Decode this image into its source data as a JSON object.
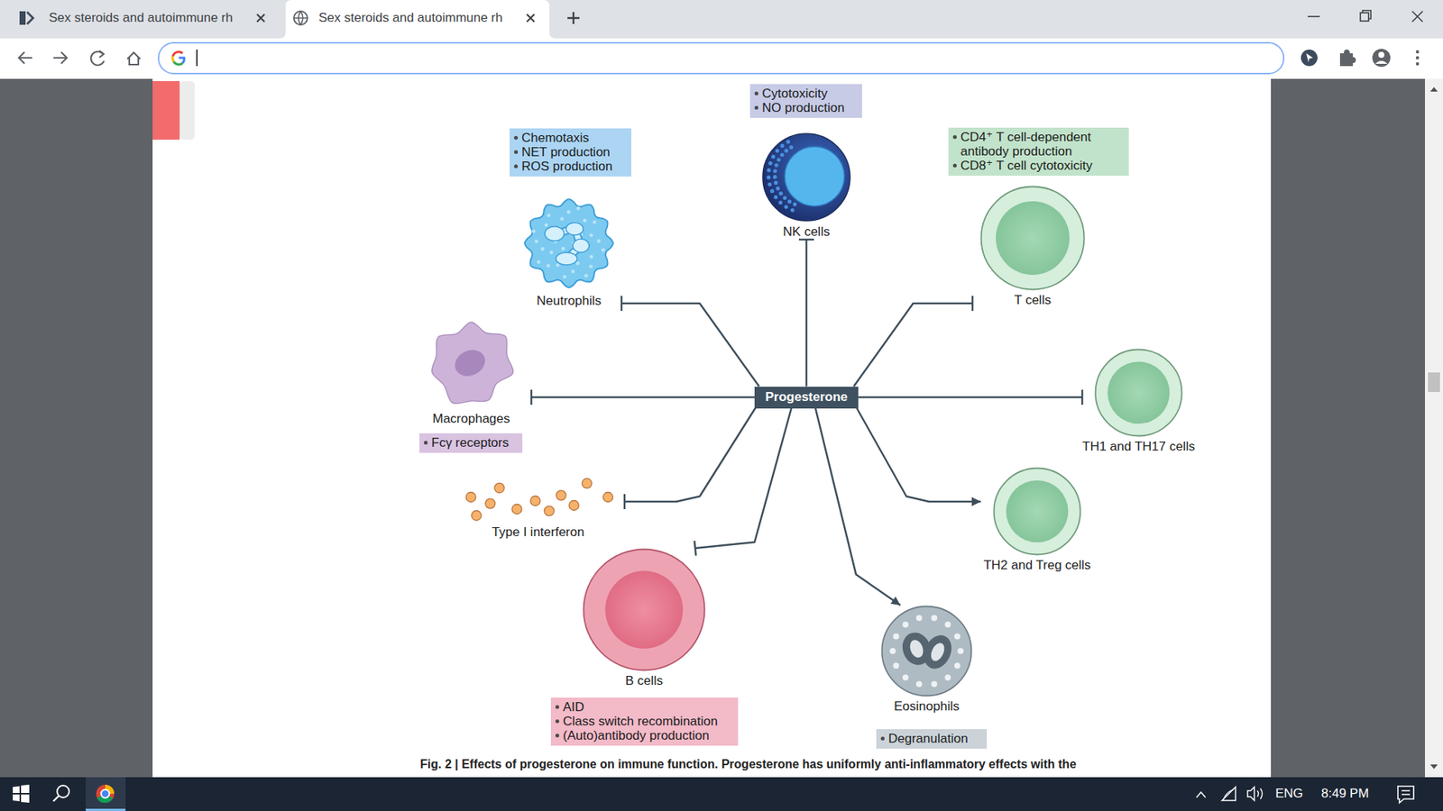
{
  "diagram": {
    "caption": "Fig. 2 | Effects of progesterone on immune function. Progesterone has uniformly anti-inflammatory effects with the",
    "nodes": [
      {
        "text": [
          "Cytotoxicity",
          "NO production"
        ]
      },
      {
        "text": [
          "NK cells"
        ]
      },
      {
        "text": [
          "Chemotaxis",
          "NET production",
          "ROS production"
        ]
      },
      {
        "text": [
          "CD4⁺ T cell-dependent antibody production",
          "CD8⁺ T cell cytotoxicity"
        ]
      },
      {
        "text": [
          "Neutrophils"
        ]
      },
      {
        "text": [
          "T cells"
        ]
      },
      {
        "text": [
          "Macrophages"
        ]
      },
      {
        "text": [
          "Progesterone"
        ]
      },
      {
        "text": [
          "TH1 and TH17 cells"
        ]
      },
      {
        "text": [
          "Fcγ receptors"
        ]
      },
      {
        "text": [
          "Type I interferon"
        ]
      },
      {
        "text": [
          "TH2 and Treg cells"
        ]
      },
      {
        "text": [
          "B cells"
        ]
      },
      {
        "text": [
          "Eosinophils"
        ]
      },
      {
        "text": [
          "AID",
          "Class switch recombination",
          "(Auto)antibody production"
        ]
      },
      {
        "text": [
          "Degranulation"
        ]
      }
    ],
    "edges": [
      {
        "from": 7,
        "to": 4,
        "arrow": "to"
      },
      {
        "from": 7,
        "to": 1,
        "arrow": "to"
      },
      {
        "from": 7,
        "to": 5,
        "arrow": "to"
      },
      {
        "from": 7,
        "to": 6,
        "arrow": "to"
      },
      {
        "from": 7,
        "to": 8,
        "arrow": "to"
      },
      {
        "from": 7,
        "to": 10,
        "arrow": "to"
      },
      {
        "from": 7,
        "to": 12,
        "arrow": "to"
      },
      {
        "from": 7,
        "to": 13,
        "arrow": "to"
      },
      {
        "from": 7,
        "to": 11,
        "arrow": "to"
      }
    ],
    "labels": [
      "Sex steroids and autoimmune rh",
      "Sex steroids and autoimmune rh",
      "ENG",
      "8:49 PM"
    ]
  }
}
